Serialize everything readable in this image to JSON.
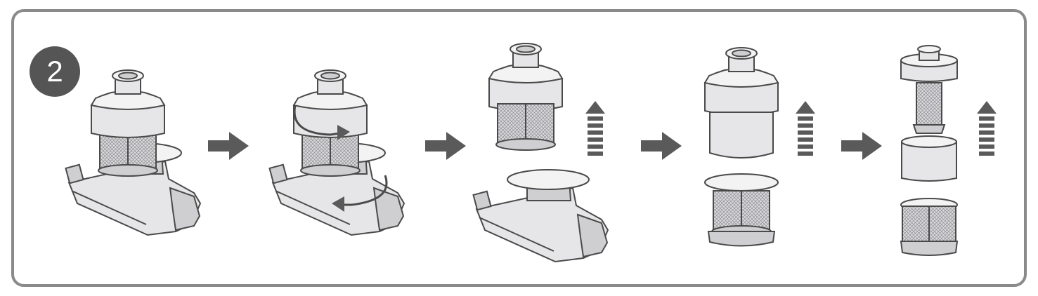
{
  "step": {
    "number": "2"
  },
  "sequence": [
    {
      "id": "filter-assembled"
    },
    {
      "id": "twist-to-unlock"
    },
    {
      "id": "lift-filter-out"
    },
    {
      "id": "separate-mesh-filter"
    },
    {
      "id": "separate-sponge-and-core"
    }
  ],
  "icons": [
    "right-arrow-icon",
    "dashed-up-arrow-icon",
    "rotate-arrow-icon"
  ],
  "colors": {
    "frame": "#8a8a8a",
    "badge": "#555555",
    "arrow": "#5a5a5a",
    "part": "#e6e6e8"
  }
}
